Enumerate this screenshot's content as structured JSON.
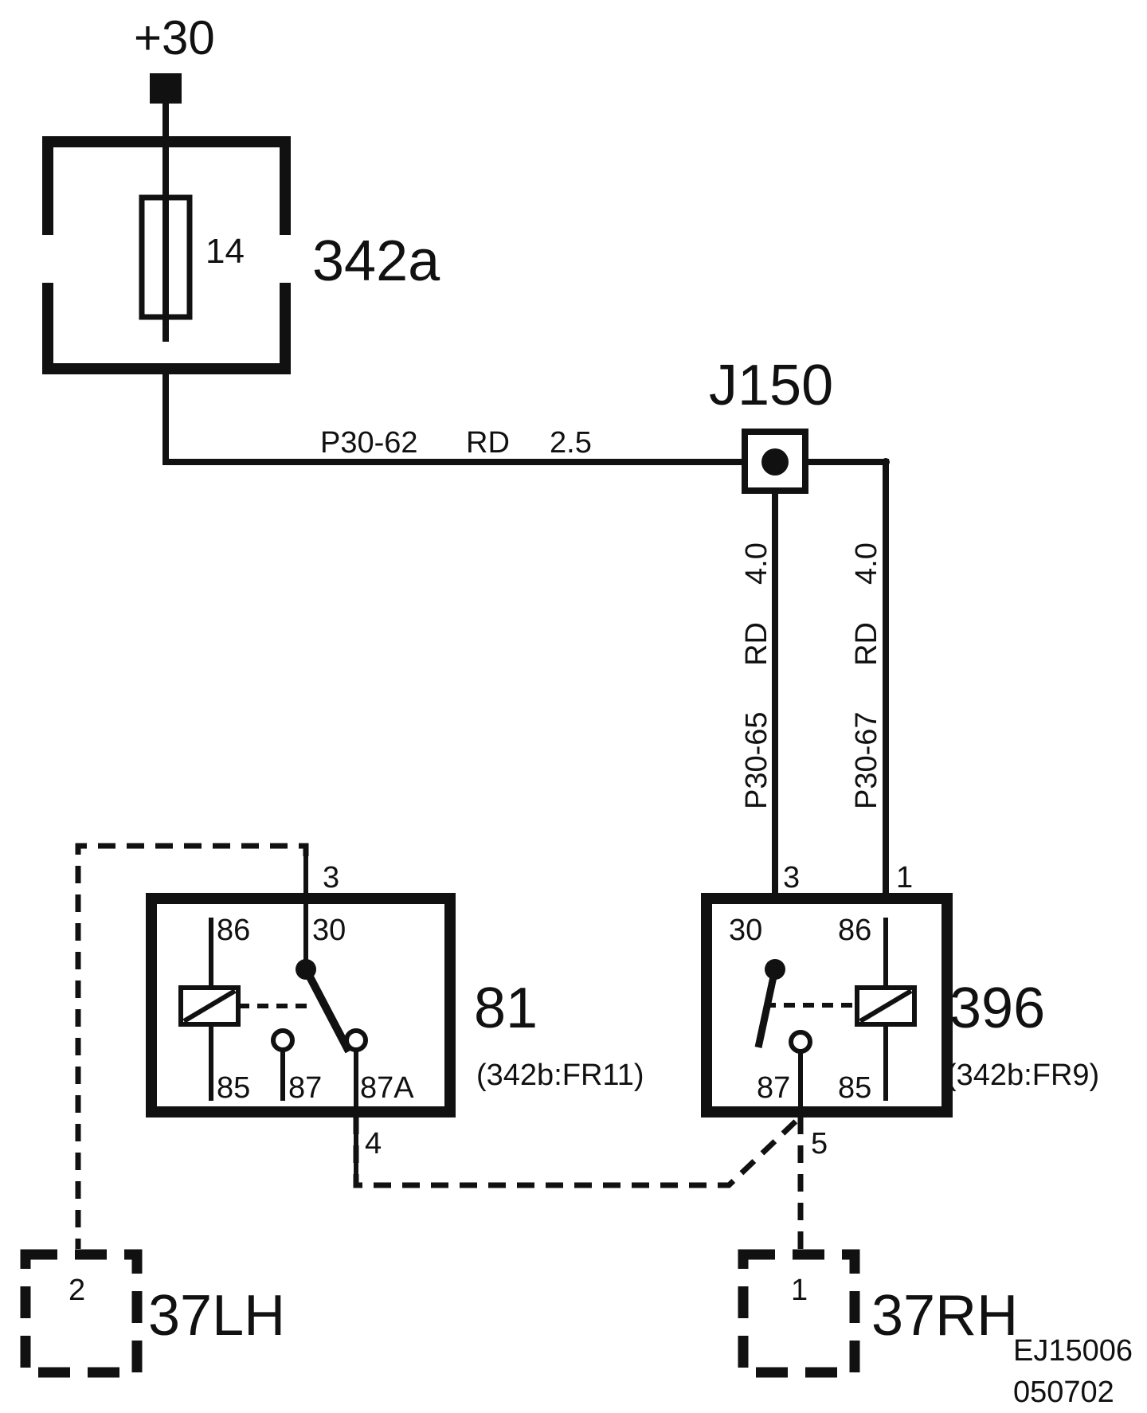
{
  "supply": {
    "label": "+30"
  },
  "fuse": {
    "id": "342a",
    "number": "14"
  },
  "junction": {
    "id": "J150"
  },
  "wires": {
    "main": {
      "code": "P30-62",
      "color": "RD",
      "size": "2.5"
    },
    "left": {
      "code": "P30-65",
      "color": "RD",
      "size": "4.0"
    },
    "right": {
      "code": "P30-67",
      "color": "RD",
      "size": "4.0"
    }
  },
  "relay81": {
    "id": "81",
    "ref": "(342b:FR11)",
    "pins": {
      "p86": "86",
      "p30": "30",
      "p85": "85",
      "p87": "87",
      "p87a": "87A"
    },
    "connector_pins": {
      "top": "3",
      "bottom": "4"
    }
  },
  "relay396": {
    "id": "396",
    "ref": "(342b:FR9)",
    "pins": {
      "p30": "30",
      "p86": "86",
      "p87": "87",
      "p85": "85"
    },
    "connector_pins": {
      "left_top": "3",
      "right_top": "1",
      "bottom": "5"
    }
  },
  "lamp_lh": {
    "id": "37LH",
    "pin": "2"
  },
  "lamp_rh": {
    "id": "37RH",
    "pin": "1"
  },
  "drawing_ref": {
    "line1": "EJ15006",
    "line2": "050702"
  }
}
